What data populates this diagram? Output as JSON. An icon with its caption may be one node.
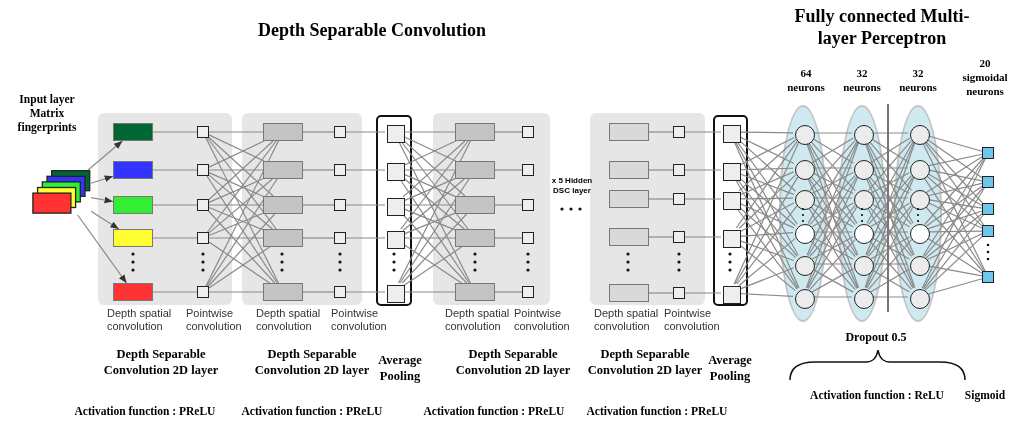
{
  "diagram": {
    "title": "Depth Separable Convolution",
    "nodes": [
      {
        "text": [
          "Input layer Matrix fingerprints"
        ]
      },
      {
        "text": [],
        "shape": "box"
      },
      {
        "text": [],
        "shape": "box",
        "in": 1
      },
      {
        "text": [],
        "shape": "box",
        "in": 1
      },
      {
        "text": [],
        "shape": "box",
        "in": 1
      },
      {
        "text": [],
        "shape": "box",
        "in": 1
      },
      {
        "text": [],
        "shape": "box",
        "in": 1
      },
      {
        "text": [],
        "shape": "box",
        "in": 1
      },
      {
        "text": [],
        "shape": "box",
        "in": 1
      },
      {
        "text": [],
        "shape": "box",
        "in": 1
      },
      {
        "text": [],
        "shape": "box",
        "in": 1
      },
      {
        "text": [],
        "shape": "box",
        "in": 1
      },
      {
        "text": [],
        "shape": "box"
      },
      {
        "text": [],
        "shape": "box",
        "in": 12
      },
      {
        "text": [],
        "shape": "box",
        "in": 12
      },
      {
        "text": [],
        "shape": "box",
        "in": 12
      },
      {
        "text": [],
        "shape": "box",
        "in": 12
      },
      {
        "text": [],
        "shape": "box",
        "in": 12
      },
      {
        "text": [],
        "shape": "box",
        "in": 12
      },
      {
        "text": [],
        "shape": "box",
        "in": 12
      },
      {
        "text": [],
        "shape": "box",
        "in": 12
      },
      {
        "text": [],
        "shape": "box",
        "in": 12
      },
      {
        "text": [],
        "shape": "box",
        "in": 12
      },
      {
        "text": [],
        "shape": "box"
      },
      {
        "text": [],
        "shape": "box",
        "in": 23
      },
      {
        "text": [],
        "shape": "box",
        "in": 23
      },
      {
        "text": [],
        "shape": "box",
        "in": 23
      },
      {
        "text": [],
        "shape": "box",
        "in": 23
      },
      {
        "text": [],
        "shape": "box",
        "in": 23
      },
      {
        "text": [],
        "shape": "box"
      },
      {
        "text": [],
        "shape": "box",
        "in": 29
      },
      {
        "text": [],
        "shape": "box",
        "in": 29
      },
      {
        "text": [],
        "shape": "box",
        "in": 29
      },
      {
        "text": [],
        "shape": "box",
        "in": 29
      },
      {
        "text": [],
        "shape": "box",
        "in": 29
      },
      {
        "text": [],
        "shape": "box",
        "in": 29
      },
      {
        "text": [],
        "shape": "box",
        "in": 29
      },
      {
        "text": [],
        "shape": "box",
        "in": 29
      },
      {
        "text": [],
        "shape": "box",
        "in": 29
      },
      {
        "text": [],
        "shape": "box",
        "in": 29
      },
      {
        "text": [],
        "shape": "box"
      },
      {
        "text": [],
        "shape": "box",
        "in": 40
      },
      {
        "text": [],
        "shape": "box",
        "in": 40
      },
      {
        "text": [],
        "shape": "box",
        "in": 40
      },
      {
        "text": [],
        "shape": "box",
        "in": 40
      },
      {
        "text": [],
        "shape": "box",
        "in": 40
      },
      {
        "text": [],
        "shape": "box",
        "in": 40
      },
      {
        "text": [],
        "shape": "box",
        "in": 40
      },
      {
        "text": [],
        "shape": "box",
        "in": 40
      },
      {
        "text": [],
        "shape": "box",
        "in": 40
      },
      {
        "text": [],
        "shape": "box",
        "in": 40
      },
      {
        "text": [],
        "shape": "box"
      },
      {
        "text": [],
        "shape": "box",
        "in": 51
      },
      {
        "text": [],
        "shape": "box",
        "in": 51
      },
      {
        "text": [],
        "shape": "box",
        "in": 51
      },
      {
        "text": [],
        "shape": "box",
        "in": 51
      },
      {
        "text": [],
        "shape": "box",
        "in": 51
      },
      {
        "text": [],
        "shape": "ellipse"
      },
      {
        "text": [],
        "shape": "circle",
        "in": 57
      },
      {
        "text": [],
        "shape": "circle",
        "in": 57
      },
      {
        "text": [],
        "shape": "circle",
        "in": 57
      },
      {
        "text": [],
        "shape": "circle",
        "in": 57
      },
      {
        "text": [],
        "shape": "circle",
        "in": 57
      },
      {
        "text": [],
        "shape": "circle",
        "in": 57
      },
      {
        "text": [],
        "shape": "ellipse"
      },
      {
        "text": [],
        "shape": "circle",
        "in": 64
      },
      {
        "text": [],
        "shape": "circle",
        "in": 64
      },
      {
        "text": [],
        "shape": "circle",
        "in": 64
      },
      {
        "text": [],
        "shape": "circle",
        "in": 64
      },
      {
        "text": [],
        "shape": "circle",
        "in": 64
      },
      {
        "text": [],
        "shape": "circle",
        "in": 64
      },
      {
        "text": [],
        "shape": "ellipse"
      },
      {
        "text": [],
        "shape": "circle",
        "in": 71
      },
      {
        "text": [],
        "shape": "circle",
        "in": 71
      },
      {
        "text": [],
        "shape": "circle",
        "in": 71
      },
      {
        "text": [],
        "shape": "circle",
        "in": 71
      },
      {
        "text": [],
        "shape": "circle",
        "in": 71
      },
      {
        "text": [],
        "shape": "circle",
        "in": 71
      },
      {
        "text": [],
        "shape": "box"
      },
      {
        "text": [],
        "shape": "box"
      },
      {
        "text": [],
        "shape": "box"
      },
      {
        "text": [],
        "shape": "box"
      },
      {
        "text": [],
        "shape": "box"
      }
    ],
    "edges": [
      {
        "from": 0,
        "to": 2,
        "arrow": "to"
      },
      {
        "from": 0,
        "to": 3,
        "arrow": "to"
      },
      {
        "from": 0,
        "to": 4,
        "arrow": "to"
      },
      {
        "from": 0,
        "to": 5,
        "arrow": "to"
      },
      {
        "from": 0,
        "to": 6,
        "arrow": "to"
      },
      {
        "from": 2,
        "to": 7,
        "arrow": "none"
      },
      {
        "from": 3,
        "to": 8,
        "arrow": "none"
      },
      {
        "from": 4,
        "to": 9,
        "arrow": "none"
      },
      {
        "from": 5,
        "to": 10,
        "arrow": "none"
      },
      {
        "from": 6,
        "to": 11,
        "arrow": "none"
      },
      {
        "from": 7,
        "to": 13,
        "arrow": "none"
      },
      {
        "from": 7,
        "to": 14,
        "arrow": "none"
      },
      {
        "from": 7,
        "to": 15,
        "arrow": "none"
      },
      {
        "from": 7,
        "to": 16,
        "arrow": "none"
      },
      {
        "from": 7,
        "to": 17,
        "arrow": "none"
      },
      {
        "from": 8,
        "to": 13,
        "arrow": "none"
      },
      {
        "from": 8,
        "to": 14,
        "arrow": "none"
      },
      {
        "from": 8,
        "to": 15,
        "arrow": "none"
      },
      {
        "from": 8,
        "to": 16,
        "arrow": "none"
      },
      {
        "from": 8,
        "to": 17,
        "arrow": "none"
      },
      {
        "from": 9,
        "to": 13,
        "arrow": "none"
      },
      {
        "from": 9,
        "to": 14,
        "arrow": "none"
      },
      {
        "from": 9,
        "to": 15,
        "arrow": "none"
      },
      {
        "from": 9,
        "to": 16,
        "arrow": "none"
      },
      {
        "from": 9,
        "to": 17,
        "arrow": "none"
      },
      {
        "from": 10,
        "to": 13,
        "arrow": "none"
      },
      {
        "from": 10,
        "to": 14,
        "arrow": "none"
      },
      {
        "from": 10,
        "to": 15,
        "arrow": "none"
      },
      {
        "from": 10,
        "to": 16,
        "arrow": "none"
      },
      {
        "from": 10,
        "to": 17,
        "arrow": "none"
      },
      {
        "from": 11,
        "to": 13,
        "arrow": "none"
      },
      {
        "from": 11,
        "to": 14,
        "arrow": "none"
      },
      {
        "from": 11,
        "to": 15,
        "arrow": "none"
      },
      {
        "from": 11,
        "to": 16,
        "arrow": "none"
      },
      {
        "from": 11,
        "to": 17,
        "arrow": "none"
      },
      {
        "from": 13,
        "to": 18,
        "arrow": "none"
      },
      {
        "from": 14,
        "to": 19,
        "arrow": "none"
      },
      {
        "from": 15,
        "to": 20,
        "arrow": "none"
      },
      {
        "from": 16,
        "to": 21,
        "arrow": "none"
      },
      {
        "from": 17,
        "to": 22,
        "arrow": "none"
      },
      {
        "from": 18,
        "to": 24,
        "arrow": "none"
      },
      {
        "from": 19,
        "to": 25,
        "arrow": "none"
      },
      {
        "from": 20,
        "to": 26,
        "arrow": "none"
      },
      {
        "from": 21,
        "to": 27,
        "arrow": "none"
      },
      {
        "from": 22,
        "to": 28,
        "arrow": "none"
      },
      {
        "from": 24,
        "to": 30,
        "arrow": "none"
      },
      {
        "from": 24,
        "to": 31,
        "arrow": "none"
      },
      {
        "from": 24,
        "to": 32,
        "arrow": "none"
      },
      {
        "from": 24,
        "to": 33,
        "arrow": "none"
      },
      {
        "from": 24,
        "to": 34,
        "arrow": "none"
      },
      {
        "from": 25,
        "to": 30,
        "arrow": "none"
      },
      {
        "from": 25,
        "to": 31,
        "arrow": "none"
      },
      {
        "from": 25,
        "to": 32,
        "arrow": "none"
      },
      {
        "from": 25,
        "to": 33,
        "arrow": "none"
      },
      {
        "from": 25,
        "to": 34,
        "arrow": "none"
      },
      {
        "from": 26,
        "to": 30,
        "arrow": "none"
      },
      {
        "from": 26,
        "to": 31,
        "arrow": "none"
      },
      {
        "from": 26,
        "to": 32,
        "arrow": "none"
      },
      {
        "from": 26,
        "to": 33,
        "arrow": "none"
      },
      {
        "from": 26,
        "to": 34,
        "arrow": "none"
      },
      {
        "from": 27,
        "to": 30,
        "arrow": "none"
      },
      {
        "from": 27,
        "to": 31,
        "arrow": "none"
      },
      {
        "from": 27,
        "to": 32,
        "arrow": "none"
      },
      {
        "from": 27,
        "to": 33,
        "arrow": "none"
      },
      {
        "from": 27,
        "to": 34,
        "arrow": "none"
      },
      {
        "from": 28,
        "to": 30,
        "arrow": "none"
      },
      {
        "from": 28,
        "to": 31,
        "arrow": "none"
      },
      {
        "from": 28,
        "to": 32,
        "arrow": "none"
      },
      {
        "from": 28,
        "to": 33,
        "arrow": "none"
      },
      {
        "from": 28,
        "to": 34,
        "arrow": "none"
      },
      {
        "from": 30,
        "to": 35,
        "arrow": "none"
      },
      {
        "from": 31,
        "to": 36,
        "arrow": "none"
      },
      {
        "from": 32,
        "to": 37,
        "arrow": "none"
      },
      {
        "from": 33,
        "to": 38,
        "arrow": "none"
      },
      {
        "from": 34,
        "to": 39,
        "arrow": "none"
      },
      {
        "from": 41,
        "to": 46,
        "arrow": "none"
      },
      {
        "from": 42,
        "to": 47,
        "arrow": "none"
      },
      {
        "from": 43,
        "to": 48,
        "arrow": "none"
      },
      {
        "from": 44,
        "to": 49,
        "arrow": "none"
      },
      {
        "from": 45,
        "to": 50,
        "arrow": "none"
      },
      {
        "from": 46,
        "to": 52,
        "arrow": "none"
      },
      {
        "from": 47,
        "to": 53,
        "arrow": "none"
      },
      {
        "from": 48,
        "to": 54,
        "arrow": "none"
      },
      {
        "from": 49,
        "to": 55,
        "arrow": "none"
      },
      {
        "from": 50,
        "to": 56,
        "arrow": "none"
      },
      {
        "from": 52,
        "to": 58,
        "arrow": "none"
      },
      {
        "from": 52,
        "to": 59,
        "arrow": "none"
      },
      {
        "from": 52,
        "to": 60,
        "arrow": "none"
      },
      {
        "from": 52,
        "to": 61,
        "arrow": "none"
      },
      {
        "from": 52,
        "to": 62,
        "arrow": "none"
      },
      {
        "from": 52,
        "to": 63,
        "arrow": "none"
      },
      {
        "from": 53,
        "to": 58,
        "arrow": "none"
      },
      {
        "from": 53,
        "to": 59,
        "arrow": "none"
      },
      {
        "from": 53,
        "to": 60,
        "arrow": "none"
      },
      {
        "from": 53,
        "to": 61,
        "arrow": "none"
      },
      {
        "from": 53,
        "to": 62,
        "arrow": "none"
      },
      {
        "from": 53,
        "to": 63,
        "arrow": "none"
      },
      {
        "from": 54,
        "to": 58,
        "arrow": "none"
      },
      {
        "from": 54,
        "to": 59,
        "arrow": "none"
      },
      {
        "from": 54,
        "to": 60,
        "arrow": "none"
      },
      {
        "from": 54,
        "to": 61,
        "arrow": "none"
      },
      {
        "from": 54,
        "to": 62,
        "arrow": "none"
      },
      {
        "from": 54,
        "to": 63,
        "arrow": "none"
      },
      {
        "from": 55,
        "to": 58,
        "arrow": "none"
      },
      {
        "from": 55,
        "to": 59,
        "arrow": "none"
      },
      {
        "from": 55,
        "to": 60,
        "arrow": "none"
      },
      {
        "from": 55,
        "to": 61,
        "arrow": "none"
      },
      {
        "from": 55,
        "to": 62,
        "arrow": "none"
      },
      {
        "from": 55,
        "to": 63,
        "arrow": "none"
      },
      {
        "from": 56,
        "to": 58,
        "arrow": "none"
      },
      {
        "from": 56,
        "to": 59,
        "arrow": "none"
      },
      {
        "from": 56,
        "to": 60,
        "arrow": "none"
      },
      {
        "from": 56,
        "to": 61,
        "arrow": "none"
      },
      {
        "from": 56,
        "to": 62,
        "arrow": "none"
      },
      {
        "from": 56,
        "to": 63,
        "arrow": "none"
      },
      {
        "from": 58,
        "to": 65,
        "arrow": "none"
      },
      {
        "from": 58,
        "to": 66,
        "arrow": "none"
      },
      {
        "from": 58,
        "to": 67,
        "arrow": "none"
      },
      {
        "from": 58,
        "to": 68,
        "arrow": "none"
      },
      {
        "from": 58,
        "to": 69,
        "arrow": "none"
      },
      {
        "from": 58,
        "to": 70,
        "arrow": "none"
      },
      {
        "from": 59,
        "to": 65,
        "arrow": "none"
      },
      {
        "from": 59,
        "to": 66,
        "arrow": "none"
      },
      {
        "from": 59,
        "to": 67,
        "arrow": "none"
      },
      {
        "from": 59,
        "to": 68,
        "arrow": "none"
      },
      {
        "from": 59,
        "to": 69,
        "arrow": "none"
      },
      {
        "from": 59,
        "to": 70,
        "arrow": "none"
      },
      {
        "from": 60,
        "to": 65,
        "arrow": "none"
      },
      {
        "from": 60,
        "to": 66,
        "arrow": "none"
      },
      {
        "from": 60,
        "to": 67,
        "arrow": "none"
      },
      {
        "from": 60,
        "to": 68,
        "arrow": "none"
      },
      {
        "from": 60,
        "to": 69,
        "arrow": "none"
      },
      {
        "from": 60,
        "to": 70,
        "arrow": "none"
      },
      {
        "from": 61,
        "to": 65,
        "arrow": "none"
      },
      {
        "from": 61,
        "to": 66,
        "arrow": "none"
      },
      {
        "from": 61,
        "to": 67,
        "arrow": "none"
      },
      {
        "from": 61,
        "to": 68,
        "arrow": "none"
      },
      {
        "from": 61,
        "to": 69,
        "arrow": "none"
      },
      {
        "from": 61,
        "to": 70,
        "arrow": "none"
      },
      {
        "from": 62,
        "to": 65,
        "arrow": "none"
      },
      {
        "from": 62,
        "to": 66,
        "arrow": "none"
      },
      {
        "from": 62,
        "to": 67,
        "arrow": "none"
      },
      {
        "from": 62,
        "to": 68,
        "arrow": "none"
      },
      {
        "from": 62,
        "to": 69,
        "arrow": "none"
      },
      {
        "from": 62,
        "to": 70,
        "arrow": "none"
      },
      {
        "from": 63,
        "to": 65,
        "arrow": "none"
      },
      {
        "from": 63,
        "to": 66,
        "arrow": "none"
      },
      {
        "from": 63,
        "to": 67,
        "arrow": "none"
      },
      {
        "from": 63,
        "to": 68,
        "arrow": "none"
      },
      {
        "from": 63,
        "to": 69,
        "arrow": "none"
      },
      {
        "from": 63,
        "to": 70,
        "arrow": "none"
      },
      {
        "from": 65,
        "to": 72,
        "arrow": "none"
      },
      {
        "from": 65,
        "to": 73,
        "arrow": "none"
      },
      {
        "from": 65,
        "to": 74,
        "arrow": "none"
      },
      {
        "from": 65,
        "to": 75,
        "arrow": "none"
      },
      {
        "from": 65,
        "to": 76,
        "arrow": "none"
      },
      {
        "from": 65,
        "to": 77,
        "arrow": "none"
      },
      {
        "from": 66,
        "to": 72,
        "arrow": "none"
      },
      {
        "from": 66,
        "to": 73,
        "arrow": "none"
      },
      {
        "from": 66,
        "to": 74,
        "arrow": "none"
      },
      {
        "from": 66,
        "to": 75,
        "arrow": "none"
      },
      {
        "from": 66,
        "to": 76,
        "arrow": "none"
      },
      {
        "from": 66,
        "to": 77,
        "arrow": "none"
      },
      {
        "from": 67,
        "to": 72,
        "arrow": "none"
      },
      {
        "from": 67,
        "to": 73,
        "arrow": "none"
      },
      {
        "from": 67,
        "to": 74,
        "arrow": "none"
      },
      {
        "from": 67,
        "to": 75,
        "arrow": "none"
      },
      {
        "from": 67,
        "to": 76,
        "arrow": "none"
      },
      {
        "from": 67,
        "to": 77,
        "arrow": "none"
      },
      {
        "from": 68,
        "to": 72,
        "arrow": "none"
      },
      {
        "from": 68,
        "to": 73,
        "arrow": "none"
      },
      {
        "from": 68,
        "to": 74,
        "arrow": "none"
      },
      {
        "from": 68,
        "to": 75,
        "arrow": "none"
      },
      {
        "from": 68,
        "to": 76,
        "arrow": "none"
      },
      {
        "from": 68,
        "to": 77,
        "arrow": "none"
      },
      {
        "from": 69,
        "to": 72,
        "arrow": "none"
      },
      {
        "from": 69,
        "to": 73,
        "arrow": "none"
      },
      {
        "from": 69,
        "to": 74,
        "arrow": "none"
      },
      {
        "from": 69,
        "to": 75,
        "arrow": "none"
      },
      {
        "from": 69,
        "to": 76,
        "arrow": "none"
      },
      {
        "from": 69,
        "to": 77,
        "arrow": "none"
      },
      {
        "from": 70,
        "to": 72,
        "arrow": "none"
      },
      {
        "from": 70,
        "to": 73,
        "arrow": "none"
      },
      {
        "from": 70,
        "to": 74,
        "arrow": "none"
      },
      {
        "from": 70,
        "to": 75,
        "arrow": "none"
      },
      {
        "from": 70,
        "to": 76,
        "arrow": "none"
      },
      {
        "from": 70,
        "to": 77,
        "arrow": "none"
      },
      {
        "from": 72,
        "to": 78,
        "arrow": "none"
      },
      {
        "from": 72,
        "to": 79,
        "arrow": "none"
      },
      {
        "from": 72,
        "to": 80,
        "arrow": "none"
      },
      {
        "from": 72,
        "to": 81,
        "arrow": "none"
      },
      {
        "from": 72,
        "to": 82,
        "arrow": "none"
      },
      {
        "from": 73,
        "to": 78,
        "arrow": "none"
      },
      {
        "from": 73,
        "to": 79,
        "arrow": "none"
      },
      {
        "from": 73,
        "to": 80,
        "arrow": "none"
      },
      {
        "from": 73,
        "to": 81,
        "arrow": "none"
      },
      {
        "from": 73,
        "to": 82,
        "arrow": "none"
      },
      {
        "from": 74,
        "to": 78,
        "arrow": "none"
      },
      {
        "from": 74,
        "to": 79,
        "arrow": "none"
      },
      {
        "from": 74,
        "to": 80,
        "arrow": "none"
      },
      {
        "from": 74,
        "to": 81,
        "arrow": "none"
      },
      {
        "from": 74,
        "to": 82,
        "arrow": "none"
      },
      {
        "from": 75,
        "to": 78,
        "arrow": "none"
      },
      {
        "from": 75,
        "to": 79,
        "arrow": "none"
      },
      {
        "from": 75,
        "to": 80,
        "arrow": "none"
      },
      {
        "from": 75,
        "to": 81,
        "arrow": "none"
      },
      {
        "from": 75,
        "to": 82,
        "arrow": "none"
      },
      {
        "from": 76,
        "to": 78,
        "arrow": "none"
      },
      {
        "from": 76,
        "to": 79,
        "arrow": "none"
      },
      {
        "from": 76,
        "to": 80,
        "arrow": "none"
      },
      {
        "from": 76,
        "to": 81,
        "arrow": "none"
      },
      {
        "from": 76,
        "to": 82,
        "arrow": "none"
      },
      {
        "from": 77,
        "to": 78,
        "arrow": "none"
      },
      {
        "from": 77,
        "to": 79,
        "arrow": "none"
      },
      {
        "from": 77,
        "to": 80,
        "arrow": "none"
      },
      {
        "from": 77,
        "to": 81,
        "arrow": "none"
      },
      {
        "from": 77,
        "to": 82,
        "arrow": "none"
      }
    ],
    "labels": [
      "Fully connected Multi-layer Perceptron",
      "64 neurons",
      "32 neurons",
      "32 neurons",
      "20 sigmoidal neurons",
      "x 5 Hidden DSC layer",
      "Depth spatial convolution",
      "Pointwise convolution",
      "Depth spatial convolution",
      "Pointwise convolution",
      "Depth spatial convolution",
      "Pointwise convolution",
      "Depth spatial convolution",
      "Pointwise convolution",
      "Dropout 0.5",
      "Depth Separable Convolution 2D layer",
      "Depth Separable Convolution 2D layer",
      "Average Pooling",
      "Depth Separable Convolution 2D layer",
      "Depth Separable Convolution 2D layer",
      "Average Pooling",
      "Activation function : PReLU",
      "Activation function : PReLU",
      "Activation function : PReLU",
      "Activation function : PReLU",
      "Activation function : ReLU",
      "Sigmoid"
    ]
  }
}
